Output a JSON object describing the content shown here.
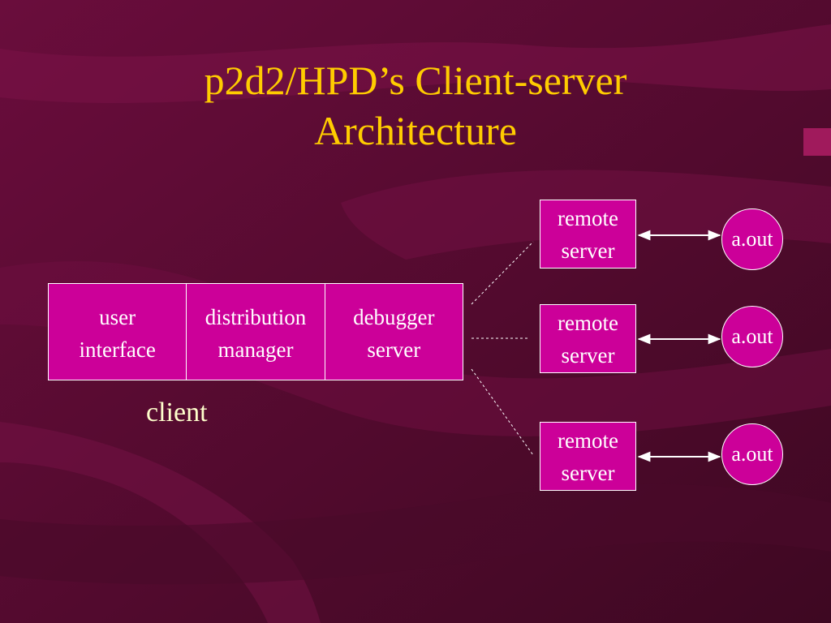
{
  "slide": {
    "title_line1": "p2d2/HPD’s Client-server",
    "title_line2": "Architecture"
  },
  "client": {
    "cells": [
      {
        "line1": "user",
        "line2": "interface"
      },
      {
        "line1": "distribution",
        "line2": "manager"
      },
      {
        "line1": "debugger",
        "line2": "server"
      }
    ],
    "label": "client"
  },
  "remote_servers": [
    {
      "line1": "remote",
      "line2": "server",
      "process": "a.out"
    },
    {
      "line1": "remote",
      "line2": "server",
      "process": "a.out"
    },
    {
      "line1": "remote",
      "line2": "server",
      "process": "a.out"
    }
  ],
  "colors": {
    "background": "#5e0b34",
    "title": "#ffcc00",
    "box_fill": "#cc0099",
    "client_label": "#ffffcc"
  }
}
